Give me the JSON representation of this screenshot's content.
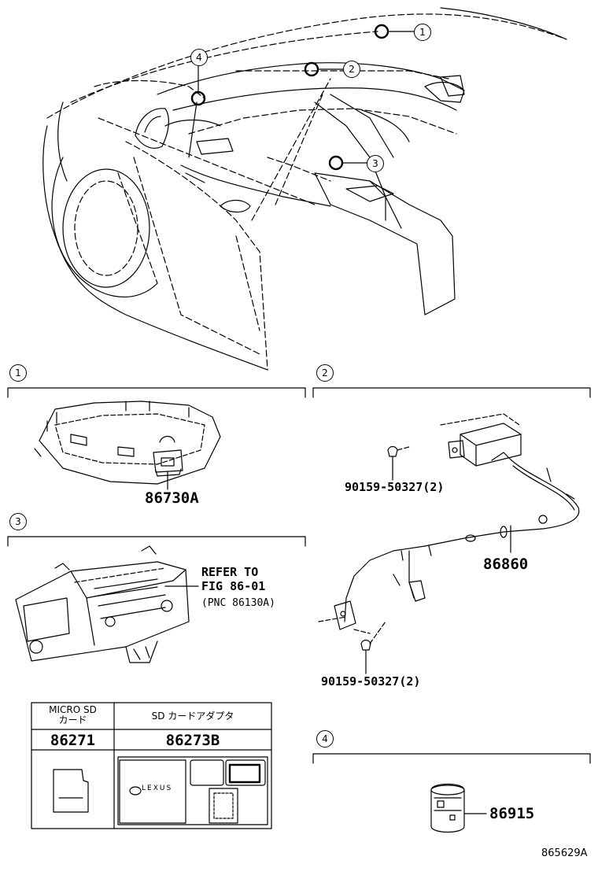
{
  "callouts": {
    "c1": "1",
    "c2": "2",
    "c3": "3",
    "c4": "4"
  },
  "sections": {
    "s1": {
      "label": "1",
      "part": "86730A"
    },
    "s2": {
      "label": "2",
      "part_main": "86860",
      "bolt_top": "90159-50327(2)",
      "bolt_bottom": "90159-50327(2)"
    },
    "s3": {
      "label": "3",
      "refer_line1": "REFER TO",
      "refer_line2": "FIG 86-01",
      "refer_line3": "(PNC 86130A)"
    },
    "s4": {
      "label": "4",
      "part": "86915"
    }
  },
  "table": {
    "col1_header_line1": "MICRO SD",
    "col1_header_line2": "カード",
    "col2_header": "SD カードアダプタ",
    "col1_part": "86271",
    "col2_part": "86273B",
    "brand": "LEXUS"
  },
  "figure_id": "865629A"
}
